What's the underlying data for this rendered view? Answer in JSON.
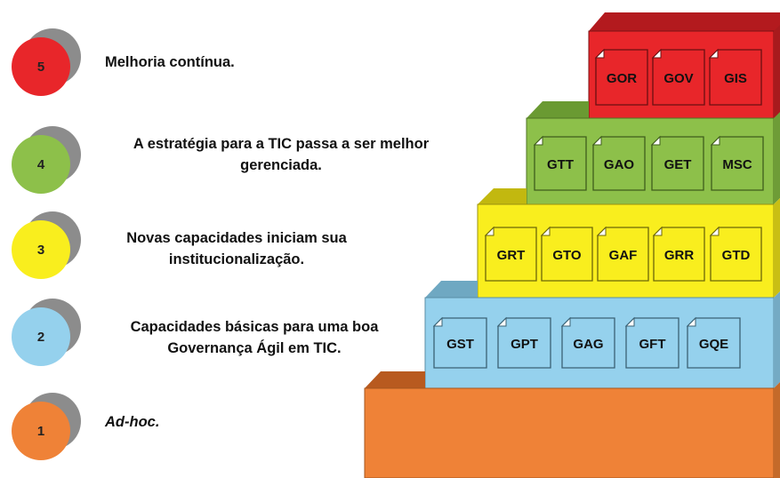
{
  "levels": [
    {
      "number": "5",
      "color": "#e8262a",
      "text_line1": "Melhoria contínua.",
      "text_line2": "",
      "italic": false
    },
    {
      "number": "4",
      "color": "#8dc04a",
      "text_line1": "A estratégia para a TIC passa a ser melhor",
      "text_line2": "gerenciada.",
      "italic": false
    },
    {
      "number": "3",
      "color": "#f9ee1e",
      "text_line1": "Novas capacidades iniciam sua",
      "text_line2": "institucionalização.",
      "italic": false
    },
    {
      "number": "2",
      "color": "#95d1ed",
      "text_line1": "Capacidades básicas para uma boa",
      "text_line2": "Governança Ágil em TIC.",
      "italic": false
    },
    {
      "number": "1",
      "color": "#ef8237",
      "text_line1": "Ad-hoc.",
      "text_line2": "",
      "italic": true
    }
  ],
  "steps": {
    "level5": [
      "GOR",
      "GOV",
      "GIS"
    ],
    "level4": [
      "GTT",
      "GAO",
      "GET",
      "MSC"
    ],
    "level3": [
      "GRT",
      "GTO",
      "GAF",
      "GRR",
      "GTD"
    ],
    "level2": [
      "GST",
      "GPT",
      "GAG",
      "GFT",
      "GQE"
    ]
  }
}
